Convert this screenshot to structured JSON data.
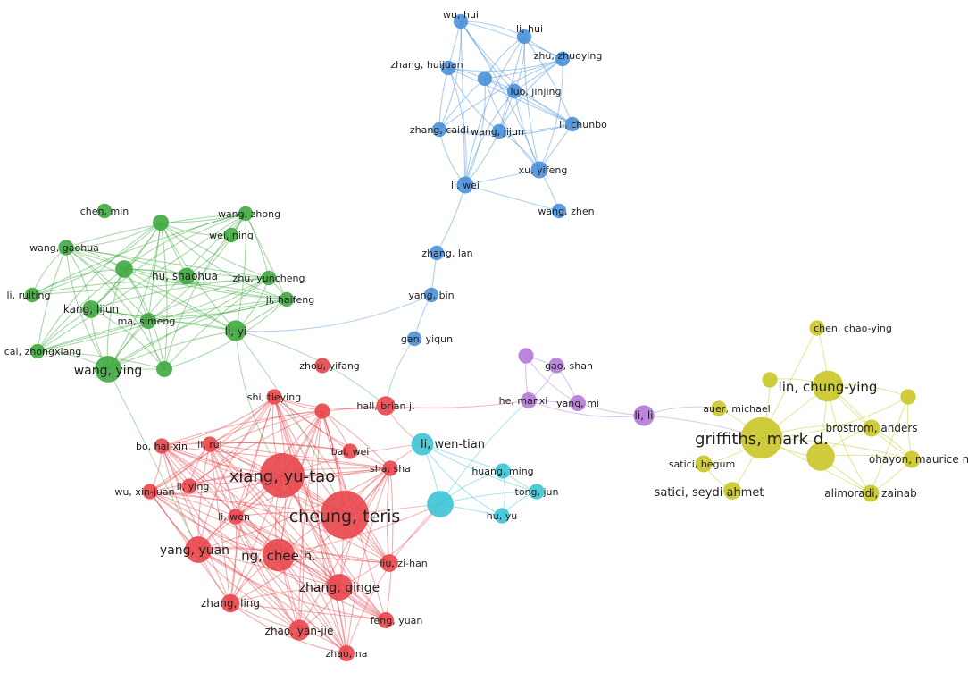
{
  "clusters": {
    "red": "#e8464b",
    "green": "#3fa83f",
    "blue": "#4a90d9",
    "yellow": "#c9c727",
    "purple": "#b57ad6",
    "cyan": "#3cc4d4"
  },
  "nodes": [
    {
      "id": "wu_hui",
      "label": "wu, hui",
      "cluster": "blue",
      "weight": 1
    },
    {
      "id": "li_hui",
      "label": "li, hui",
      "cluster": "blue",
      "weight": 1
    },
    {
      "id": "zhu_zhuoying",
      "label": "zhu, zhuoying",
      "cluster": "blue",
      "weight": 1
    },
    {
      "id": "zhang_huijuan",
      "label": "zhang, huijuan",
      "cluster": "blue",
      "weight": 1
    },
    {
      "id": "blue_a",
      "label": "",
      "cluster": "blue",
      "weight": 1
    },
    {
      "id": "luo_jinjing",
      "label": "luo, jinjing",
      "cluster": "blue",
      "weight": 1
    },
    {
      "id": "li_chunbo",
      "label": "li, chunbo",
      "cluster": "blue",
      "weight": 1
    },
    {
      "id": "zhang_caidi",
      "label": "zhang, caidi",
      "cluster": "blue",
      "weight": 1
    },
    {
      "id": "wang_jijun",
      "label": "wang, jijun",
      "cluster": "blue",
      "weight": 1
    },
    {
      "id": "xu_yifeng",
      "label": "xu, yifeng",
      "cluster": "blue",
      "weight": 1.3
    },
    {
      "id": "li_wei",
      "label": "li, wei",
      "cluster": "blue",
      "weight": 1.3
    },
    {
      "id": "wang_zhen",
      "label": "wang, zhen",
      "cluster": "blue",
      "weight": 1
    },
    {
      "id": "zhang_lan",
      "label": "zhang, lan",
      "cluster": "blue",
      "weight": 1
    },
    {
      "id": "yang_bin",
      "label": "yang, bin",
      "cluster": "blue",
      "weight": 1
    },
    {
      "id": "gan_yiqun",
      "label": "gan, yiqun",
      "cluster": "blue",
      "weight": 1
    },
    {
      "id": "chen_min",
      "label": "chen, min",
      "cluster": "green",
      "weight": 1
    },
    {
      "id": "green_a",
      "label": "",
      "cluster": "green",
      "weight": 1.2
    },
    {
      "id": "wang_zhong",
      "label": "wang, zhong",
      "cluster": "green",
      "weight": 1
    },
    {
      "id": "wei_ning",
      "label": "wei, ning",
      "cluster": "green",
      "weight": 1
    },
    {
      "id": "wang_gaohua",
      "label": "wang, gaohua",
      "cluster": "green",
      "weight": 1.1
    },
    {
      "id": "green_b",
      "label": "",
      "cluster": "green",
      "weight": 1.4
    },
    {
      "id": "hu_shaohua",
      "label": "hu, shaohua",
      "cluster": "green",
      "weight": 1.3
    },
    {
      "id": "zhu_yuncheng",
      "label": "zhu, yuncheng",
      "cluster": "green",
      "weight": 1
    },
    {
      "id": "ji_haifeng",
      "label": "ji, haifeng",
      "cluster": "green",
      "weight": 1
    },
    {
      "id": "li_ruiting",
      "label": "li, ruiting",
      "cluster": "green",
      "weight": 1
    },
    {
      "id": "kang_lijun",
      "label": "kang, lijun",
      "cluster": "green",
      "weight": 1.4
    },
    {
      "id": "ma_simeng",
      "label": "ma, simeng",
      "cluster": "green",
      "weight": 1.2
    },
    {
      "id": "li_yi",
      "label": "li, yi",
      "cluster": "green",
      "weight": 1.8
    },
    {
      "id": "cai_zhongxiang",
      "label": "cai, zhongxiang",
      "cluster": "green",
      "weight": 1
    },
    {
      "id": "wang_ying",
      "label": "wang, ying",
      "cluster": "green",
      "weight": 2.6
    },
    {
      "id": "green_c",
      "label": "",
      "cluster": "green",
      "weight": 1.2
    },
    {
      "id": "zhou_yifang",
      "label": "zhou, yifang",
      "cluster": "red",
      "weight": 1.1
    },
    {
      "id": "shi_tieying",
      "label": "shi, tieying",
      "cluster": "red",
      "weight": 1.1
    },
    {
      "id": "red_a",
      "label": "",
      "cluster": "red",
      "weight": 1.1
    },
    {
      "id": "hall_brian",
      "label": "hall, brian j.",
      "cluster": "red",
      "weight": 1.6
    },
    {
      "id": "bo_haixin",
      "label": "bo, hai-xin",
      "cluster": "red",
      "weight": 1.1
    },
    {
      "id": "li_rui",
      "label": "li, rui",
      "cluster": "red",
      "weight": 1.1
    },
    {
      "id": "bai_wei",
      "label": "bai, wei",
      "cluster": "red",
      "weight": 1.1
    },
    {
      "id": "sha_sha",
      "label": "sha, sha",
      "cluster": "red",
      "weight": 1.1
    },
    {
      "id": "xiang_yutao",
      "label": "xiang, yu-tao",
      "cluster": "red",
      "weight": 5
    },
    {
      "id": "li_ying",
      "label": "li, ying",
      "cluster": "red",
      "weight": 1.1
    },
    {
      "id": "wu_xinjuan",
      "label": "wu, xin-juan",
      "cluster": "red",
      "weight": 1.1
    },
    {
      "id": "li_wen",
      "label": "li, wen",
      "cluster": "red",
      "weight": 1.1
    },
    {
      "id": "cheung_teris",
      "label": "cheung, teris",
      "cluster": "red",
      "weight": 5.5
    },
    {
      "id": "yang_yuan",
      "label": "yang, yuan",
      "cluster": "red",
      "weight": 2.6
    },
    {
      "id": "ng_cheeh",
      "label": "ng, chee h.",
      "cluster": "red",
      "weight": 3.4
    },
    {
      "id": "liu_zihan",
      "label": "liu, zi-han",
      "cluster": "red",
      "weight": 1.4
    },
    {
      "id": "zhang_qinge",
      "label": "zhang, qinge",
      "cluster": "red",
      "weight": 2.6
    },
    {
      "id": "zhang_ling",
      "label": "zhang, ling",
      "cluster": "red",
      "weight": 1.5
    },
    {
      "id": "feng_yuan",
      "label": "feng, yuan",
      "cluster": "red",
      "weight": 1.2
    },
    {
      "id": "zhao_yanjie",
      "label": "zhao, yan-jie",
      "cluster": "red",
      "weight": 1.8
    },
    {
      "id": "zhao_na",
      "label": "zhao, na",
      "cluster": "red",
      "weight": 1.2
    },
    {
      "id": "li_wentian",
      "label": "li, wen-tian",
      "cluster": "cyan",
      "weight": 2
    },
    {
      "id": "huang_ming",
      "label": "huang, ming",
      "cluster": "cyan",
      "weight": 1.1
    },
    {
      "id": "tong_jun",
      "label": "tong, jun",
      "cluster": "cyan",
      "weight": 1.1
    },
    {
      "id": "hu_yu",
      "label": "hu, yu",
      "cluster": "cyan",
      "weight": 1.1
    },
    {
      "id": "cyan_a",
      "label": "",
      "cluster": "cyan",
      "weight": 2.6
    },
    {
      "id": "purple_a",
      "label": "",
      "cluster": "purple",
      "weight": 1.1
    },
    {
      "id": "gao_shan",
      "label": "gao, shan",
      "cluster": "purple",
      "weight": 1.1
    },
    {
      "id": "he_manxi",
      "label": "he, manxi",
      "cluster": "purple",
      "weight": 1.2
    },
    {
      "id": "yang_mi",
      "label": "yang, mi",
      "cluster": "purple",
      "weight": 1.2
    },
    {
      "id": "li_li",
      "label": "li, li",
      "cluster": "purple",
      "weight": 1.8
    },
    {
      "id": "chen_chaoying",
      "label": "chen, chao-ying",
      "cluster": "yellow",
      "weight": 1.1
    },
    {
      "id": "yellow_a",
      "label": "",
      "cluster": "yellow",
      "weight": 1.1
    },
    {
      "id": "lin_chungying",
      "label": "lin, chung-ying",
      "cluster": "yellow",
      "weight": 3.2
    },
    {
      "id": "yellow_b",
      "label": "",
      "cluster": "yellow",
      "weight": 1.1
    },
    {
      "id": "auer_michael",
      "label": "auer, michael",
      "cluster": "yellow",
      "weight": 1.1
    },
    {
      "id": "griffiths_mark",
      "label": "griffiths, mark d.",
      "cluster": "yellow",
      "weight": 4.6
    },
    {
      "id": "brostrom_anders",
      "label": "brostrom, anders",
      "cluster": "yellow",
      "weight": 1.3
    },
    {
      "id": "yellow_c",
      "label": "",
      "cluster": "yellow",
      "weight": 2.8
    },
    {
      "id": "ohayon_maurice",
      "label": "ohayon, maurice m.",
      "cluster": "yellow",
      "weight": 1.3
    },
    {
      "id": "satici_begum",
      "label": "satici, begum",
      "cluster": "yellow",
      "weight": 1.3
    },
    {
      "id": "satici_seydi",
      "label": "satici, seydi ahmet",
      "cluster": "yellow",
      "weight": 1.4
    },
    {
      "id": "alimoradi_zainab",
      "label": "alimoradi, zainab",
      "cluster": "yellow",
      "weight": 1.3
    }
  ],
  "edges": [
    [
      "li_wei",
      "zhang_lan"
    ],
    [
      "zhang_lan",
      "yang_bin"
    ],
    [
      "yang_bin",
      "gan_yiqun"
    ],
    [
      "gan_yiqun",
      "hall_brian"
    ],
    [
      "yang_bin",
      "li_yi"
    ],
    [
      "xu_yifeng",
      "wang_zhen"
    ],
    [
      "li_wei",
      "wang_zhen"
    ],
    [
      "li_yi",
      "wang_ying"
    ],
    [
      "li_yi",
      "xiang_yutao"
    ],
    [
      "li_yi",
      "hall_brian"
    ],
    [
      "li_yi",
      "cheung_teris"
    ],
    [
      "wang_ying",
      "yang_yuan"
    ],
    [
      "hall_brian",
      "he_manxi"
    ],
    [
      "hall_brian",
      "li_wentian"
    ],
    [
      "cheung_teris",
      "li_wentian"
    ],
    [
      "xiang_yutao",
      "li_wentian"
    ],
    [
      "cheung_teris",
      "cyan_a"
    ],
    [
      "ng_cheeh",
      "cyan_a"
    ],
    [
      "zhang_qinge",
      "cyan_a"
    ],
    [
      "zhao_na",
      "cyan_a"
    ],
    [
      "li_wentian",
      "cyan_a"
    ],
    [
      "li_wentian",
      "huang_ming"
    ],
    [
      "li_wentian",
      "tong_jun"
    ],
    [
      "li_wentian",
      "hu_yu"
    ],
    [
      "cyan_a",
      "huang_ming"
    ],
    [
      "cyan_a",
      "tong_jun"
    ],
    [
      "cyan_a",
      "hu_yu"
    ],
    [
      "huang_ming",
      "tong_jun"
    ],
    [
      "tong_jun",
      "hu_yu"
    ],
    [
      "huang_ming",
      "hu_yu"
    ],
    [
      "cyan_a",
      "he_manxi"
    ],
    [
      "purple_a",
      "gao_shan"
    ],
    [
      "purple_a",
      "he_manxi"
    ],
    [
      "purple_a",
      "yang_mi"
    ],
    [
      "gao_shan",
      "he_manxi"
    ],
    [
      "gao_shan",
      "yang_mi"
    ],
    [
      "he_manxi",
      "yang_mi"
    ],
    [
      "yang_mi",
      "li_li"
    ],
    [
      "he_manxi",
      "li_li"
    ],
    [
      "li_li",
      "auer_michael"
    ],
    [
      "li_li",
      "griffiths_mark"
    ],
    [
      "griffiths_mark",
      "lin_chungying"
    ],
    [
      "griffiths_mark",
      "auer_michael"
    ],
    [
      "griffiths_mark",
      "yellow_c"
    ],
    [
      "griffiths_mark",
      "satici_begum"
    ],
    [
      "griffiths_mark",
      "satici_seydi"
    ],
    [
      "griffiths_mark",
      "chen_chaoying"
    ],
    [
      "griffiths_mark",
      "yellow_a"
    ],
    [
      "griffiths_mark",
      "yellow_b"
    ],
    [
      "griffiths_mark",
      "brostrom_anders"
    ],
    [
      "griffiths_mark",
      "ohayon_maurice"
    ],
    [
      "griffiths_mark",
      "alimoradi_zainab"
    ],
    [
      "lin_chungying",
      "chen_chaoying"
    ],
    [
      "lin_chungying",
      "yellow_a"
    ],
    [
      "lin_chungying",
      "yellow_b"
    ],
    [
      "lin_chungying",
      "brostrom_anders"
    ],
    [
      "lin_chungying",
      "yellow_c"
    ],
    [
      "lin_chungying",
      "ohayon_maurice"
    ],
    [
      "lin_chungying",
      "alimoradi_zainab"
    ],
    [
      "yellow_c",
      "brostrom_anders"
    ],
    [
      "yellow_c",
      "ohayon_maurice"
    ],
    [
      "yellow_c",
      "alimoradi_zainab"
    ],
    [
      "yellow_b",
      "ohayon_maurice"
    ],
    [
      "satici_begum",
      "satici_seydi"
    ],
    [
      "brostrom_anders",
      "ohayon_maurice"
    ],
    [
      "ohayon_maurice",
      "alimoradi_zainab"
    ],
    [
      "yellow_b",
      "alimoradi_zainab"
    ]
  ]
}
